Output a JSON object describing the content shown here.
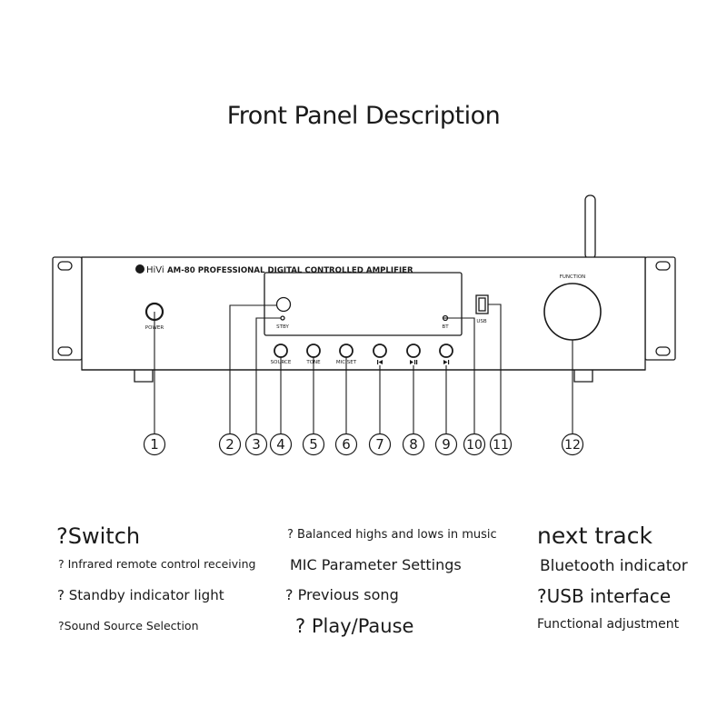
{
  "title": "Front Panel Description",
  "panel": {
    "brand": "HiVi",
    "model": "AM-80 PROFESSIONAL DIGITAL CONTROLLED AMPLIFIER",
    "power_label": "POWER",
    "stby_label": "STBY",
    "bt_label": "BT",
    "usb_label": "USB",
    "function_label": "FUNCTION",
    "buttons": [
      {
        "label": "SOURCE",
        "icon": "circle-button"
      },
      {
        "label": "TONE",
        "icon": "circle-button"
      },
      {
        "label": "MIC SET",
        "icon": "circle-button"
      },
      {
        "label": "",
        "icon": "previous-icon"
      },
      {
        "label": "",
        "icon": "play-pause-icon"
      },
      {
        "label": "",
        "icon": "next-icon"
      }
    ]
  },
  "callouts": [
    "1",
    "2",
    "3",
    "4",
    "5",
    "6",
    "7",
    "8",
    "9",
    "10",
    "11",
    "12"
  ],
  "descriptions": {
    "col1": [
      {
        "bullet": "?",
        "text": "Switch"
      },
      {
        "bullet": "?",
        "text": "Infrared remote control receiving"
      },
      {
        "bullet": "?",
        "text": "Standby indicator light"
      },
      {
        "bullet": "?",
        "text": "Sound Source Selection"
      }
    ],
    "col2": [
      {
        "bullet": "?",
        "text": "Balanced highs and lows in music"
      },
      {
        "bullet": "",
        "text": "MIC Parameter Settings"
      },
      {
        "bullet": "?",
        "text": "Previous song"
      },
      {
        "bullet": "?",
        "text": "Play/Pause"
      }
    ],
    "col3": [
      {
        "bullet": "",
        "text": "next track"
      },
      {
        "bullet": "",
        "text": "Bluetooth indicator"
      },
      {
        "bullet": "?",
        "text": "USB interface"
      },
      {
        "bullet": "",
        "text": "Functional adjustment"
      }
    ]
  },
  "colors": {
    "line": "#1a1a1a",
    "panel_fill": "#ffffff"
  }
}
